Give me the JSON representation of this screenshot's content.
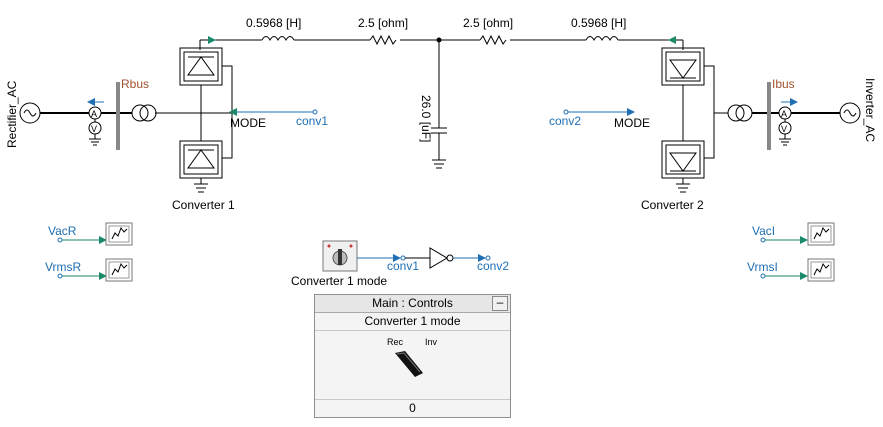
{
  "rectifier_source": "Rectifier_AC",
  "inverter_source": "Inverter_AC",
  "rectifier_bus": "Rbus",
  "inverter_bus": "Ibus",
  "inductor_left": "0.5968 [H]",
  "inductor_right": "0.5968 [H]",
  "resistor_left": "2.5 [ohm]",
  "resistor_right": "2.5 [ohm]",
  "capacitor": "26.0 [uF]",
  "converter1": "Converter 1",
  "converter2": "Converter 2",
  "mode_left": "MODE",
  "mode_right": "MODE",
  "conv1_in": "conv1",
  "conv2_in": "conv2",
  "meter_a": "A",
  "meter_v": "V",
  "vacr": "VacR",
  "vrmsr": "VrmsR",
  "vaci": "VacI",
  "vrmsi": "VrmsI",
  "switch_label": "Converter 1 mode",
  "not_in": "conv1",
  "not_out": "conv2",
  "panel": {
    "title": "Main : Controls",
    "minimize": "–",
    "subtitle": "Converter 1 mode",
    "rec": "Rec",
    "inv": "Inv",
    "value": "0"
  },
  "colors": {
    "signal": "#1f6fb5",
    "signal_arrow": "#1a8a6a",
    "bus_label": "#a0522d",
    "bus_bar": "#888888"
  }
}
